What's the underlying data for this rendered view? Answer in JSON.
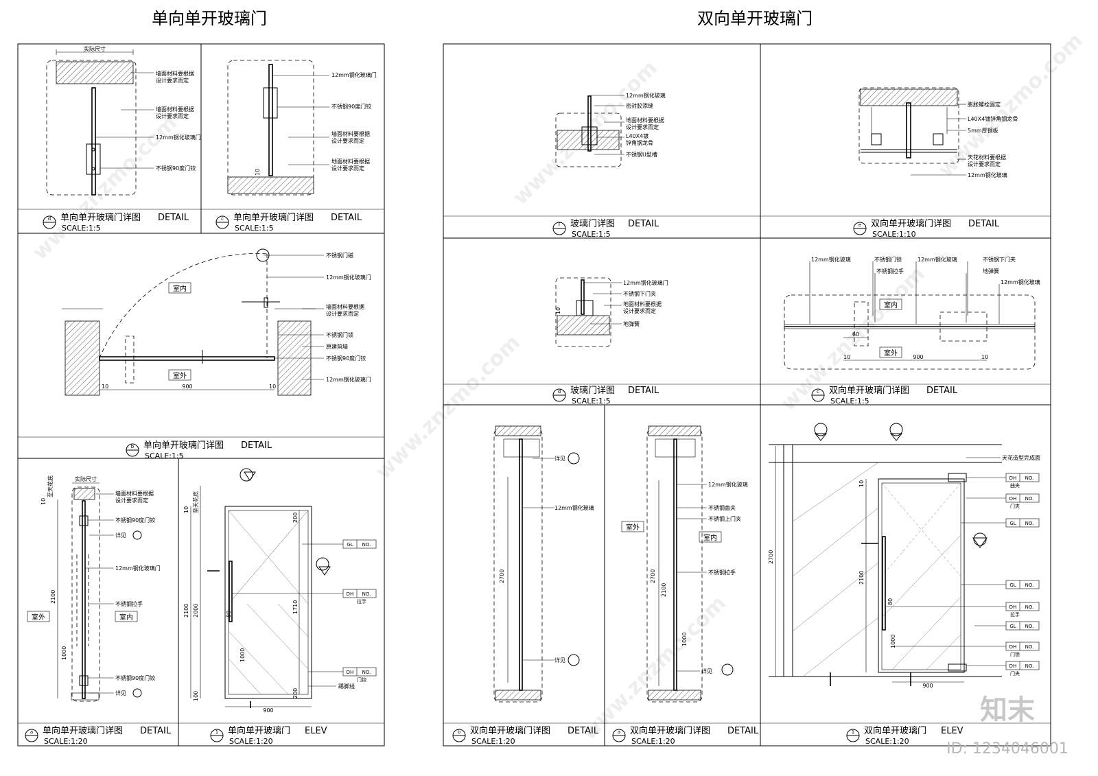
{
  "titles": {
    "left": "单向单开玻璃门",
    "right": "双向单开玻璃门"
  },
  "detail_word": "DETAIL",
  "elev_word": "ELEV",
  "panels": [
    {
      "id": "L-d",
      "tag": "d",
      "caption": "单向单开玻璃门详图",
      "kind": "DETAIL",
      "scale": "SCALE:1:5"
    },
    {
      "id": "L-c",
      "tag": "c",
      "caption": "单向单开玻璃门详图",
      "kind": "DETAIL",
      "scale": "SCALE:1:5"
    },
    {
      "id": "L-b",
      "tag": "b",
      "caption": "单向单开玻璃门详图",
      "kind": "DETAIL",
      "scale": "SCALE:1:5"
    },
    {
      "id": "L-a",
      "tag": "a",
      "caption": "单向单开玻璃门详图",
      "kind": "DETAIL",
      "scale": "SCALE:1:20"
    },
    {
      "id": "L-1",
      "tag": "1",
      "caption": "单向单开玻璃门",
      "kind": "ELEV",
      "scale": "SCALE:1:20"
    },
    {
      "id": "R-f",
      "tag": "f",
      "caption": "玻璃门详图",
      "kind": "DETAIL",
      "scale": "SCALE:1:5"
    },
    {
      "id": "R-e",
      "tag": "e",
      "caption": "双向单开玻璃门详图",
      "kind": "DETAIL",
      "scale": "SCALE:1:10"
    },
    {
      "id": "R-d",
      "tag": "d",
      "caption": "玻璃门详图",
      "kind": "DETAIL",
      "scale": "SCALE:1:5"
    },
    {
      "id": "R-c",
      "tag": "c",
      "caption": "双向单开玻璃门详图",
      "kind": "DETAIL",
      "scale": "SCALE:1:5"
    },
    {
      "id": "R-b",
      "tag": "b",
      "caption": "双向单开玻璃门详图",
      "kind": "DETAIL",
      "scale": "SCALE:1:20"
    },
    {
      "id": "R-a",
      "tag": "a",
      "caption": "双向单开玻璃门详图",
      "kind": "DETAIL",
      "scale": "SCALE:1:20"
    },
    {
      "id": "R-1",
      "tag": "1",
      "caption": "双向单开玻璃门",
      "kind": "ELEV",
      "scale": "SCALE:1:20"
    }
  ],
  "notes": {
    "Ld": [
      "墙面材料要根据",
      "设计要求而定",
      "墙面材料要根据",
      "设计要求而定",
      "12mm钢化玻璃门",
      "不锈钢90度门铰"
    ],
    "Lc": [
      "12mm钢化玻璃门",
      "不锈钢90度门铰",
      "墙面材料要根据",
      "设计要求而定",
      "地面材料要根据",
      "设计要求而定"
    ],
    "Lb": [
      "不锈钢门磁",
      "12mm钢化玻璃门",
      "墙面材料要根据",
      "设计要求而定",
      "不锈钢门锁",
      "原建筑墙",
      "不锈钢90度门铰",
      "12mm钢化玻璃门"
    ],
    "La": [
      "墙面材料要根据",
      "设计要求而定",
      "不锈钢90度门铰",
      "详见",
      "12mm钢化玻璃门",
      "不锈钢拉手",
      "不锈钢90度门铰",
      "详见"
    ],
    "Rf": [
      "12mm钢化玻璃",
      "密封胶添缝",
      "地面材料要根据",
      "设计要求而定",
      "L40X4镀",
      "锌角钢龙骨",
      "不锈钢U型槽"
    ],
    "Re": [
      "膨胀螺栓固定",
      "L40X4镀锌角钢龙骨",
      "5mm厚钢板",
      "天花材料要根据",
      "设计要求而定",
      "12mm钢化玻璃"
    ],
    "Rd": [
      "12mm钢化玻璃门",
      "不锈钢下门夹",
      "地面材料要根据",
      "设计要求而定",
      "地弹簧"
    ],
    "Rc": [
      "12mm钢化玻璃",
      "不锈钢门锁",
      "不锈钢拉手",
      "12mm钢化玻璃",
      "不锈钢下门夹",
      "地弹簧",
      "12mm钢化玻璃"
    ],
    "Rb": [
      "详见",
      "12mm钢化玻璃",
      "详见"
    ],
    "Ra": [
      "12mm钢化玻璃",
      "不锈钢曲夹",
      "不锈钢上门夹",
      "不锈钢拉手",
      "详见"
    ],
    "R1": [
      "天花造型完成面"
    ]
  },
  "rooms": {
    "inside": "室内",
    "outside": "室外"
  },
  "dims": {
    "actual": "实际尺寸",
    "ceiling": "至天花底",
    "v900": "900",
    "v10": "10",
    "v60": "60",
    "v200": "200",
    "v1710": "1710",
    "v1000": "1000",
    "v2000": "2000",
    "v2100": "2100",
    "v2700": "2700",
    "v100": "100",
    "v80": "80"
  },
  "tags": {
    "gl": "GL",
    "dh": "DH",
    "no": "NO.",
    "pull": "拉手",
    "hinge": "门铰",
    "kick": "踢脚线",
    "clip": "曲夹",
    "doorclip": "门夹",
    "lock": "门锁"
  },
  "brand": {
    "logo": "知末",
    "id": "ID: 1234046001"
  },
  "watermark": "www.znzmo.com"
}
